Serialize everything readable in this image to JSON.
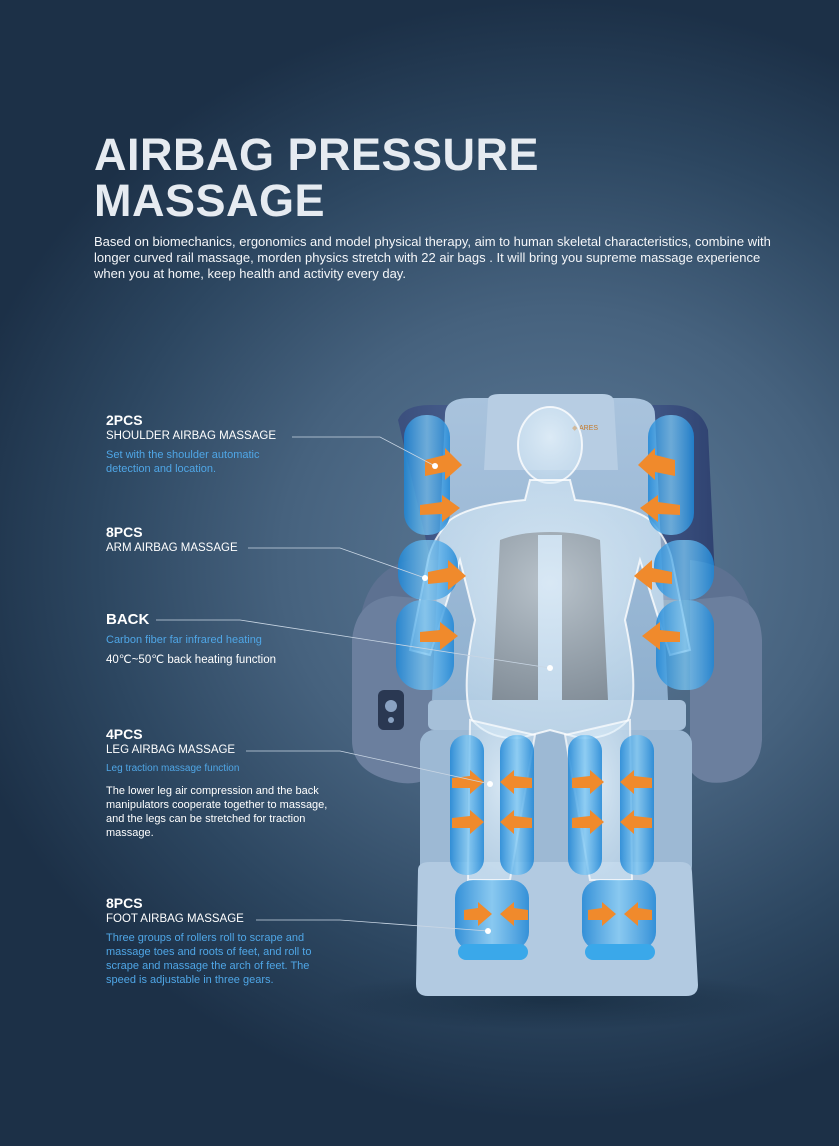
{
  "title": {
    "line1": "AIRBAG PRESSURE",
    "line2": "MASSAGE"
  },
  "intro": "Based on biomechanics, ergonomics and model physical therapy, aim to human skeletal characteristics, combine with longer curved rail massage, morden physics stretch with 22 air bags . It will bring you supreme massage experience when you at home, keep health and activity every day.",
  "features": {
    "shoulder": {
      "qty": "2PCS",
      "label": "SHOULDER AIRBAG MASSAGE",
      "note": "Set with the shoulder automatic detection and location."
    },
    "arm": {
      "qty": "8PCS",
      "label": "ARM AIRBAG MASSAGE"
    },
    "back": {
      "qty": "BACK",
      "note": "Carbon fiber far infrared heating",
      "label": "40℃~50℃ back heating function"
    },
    "leg": {
      "qty": "4PCS",
      "label": "LEG AIRBAG MASSAGE",
      "note": "Leg traction massage function",
      "desc": "The lower leg air compression and the back manipulators cooperate together to massage, and the legs can be stretched for traction massage."
    },
    "foot": {
      "qty": "8PCS",
      "label": "FOOT AIRBAG MASSAGE",
      "note": "Three groups of rollers roll to scrape and massage toes and roots of feet, and roll to scrape and massage the arch of feet. The speed is adjustable in three gears."
    }
  },
  "colors": {
    "arrow": "#f08a2c",
    "airbag": "#4aaee8",
    "note": "#4fa6e6"
  }
}
